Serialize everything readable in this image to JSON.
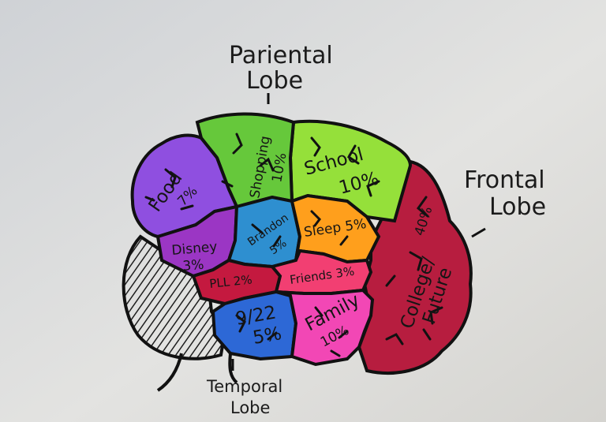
{
  "labels": {
    "parietal_line1": "Pariental",
    "parietal_line2": "Lobe",
    "frontal_line1": "Frontal",
    "frontal_line2": "Lobe",
    "temporal_line1": "Temporal",
    "temporal_line2": "Lobe"
  },
  "regions": {
    "food_name": "Food",
    "food_pct": "7%",
    "shopping_name": "Shopping",
    "shopping_pct": "10%",
    "school_name": "School",
    "school_pct": "10%",
    "disney_name": "Disney",
    "disney_pct": "3%",
    "brandon_name": "Brandon",
    "brandon_pct": "5%",
    "sleep_text": "Sleep 5%",
    "pll_text": "PLL 2%",
    "friends_text": "Friends 3%",
    "nine22_name": "9/22",
    "nine22_pct": "5%",
    "family_name": "Family",
    "family_pct": "10%",
    "college_line1": "College/",
    "college_line2": "Future",
    "college_pct": "40%"
  },
  "colors": {
    "background": "#d9dadc",
    "food": "#8f4fe0",
    "shopping": "#66c83b",
    "school": "#95e03a",
    "disney": "#9b36c4",
    "brandon": "#2e8fd0",
    "sleep": "#ff9f1c",
    "pll": "#c4193f",
    "friends": "#f23f72",
    "nine22": "#2d68d6",
    "family": "#f247b5",
    "college": "#b71d3f",
    "cerebellum_shade": "#3a3a3a"
  }
}
